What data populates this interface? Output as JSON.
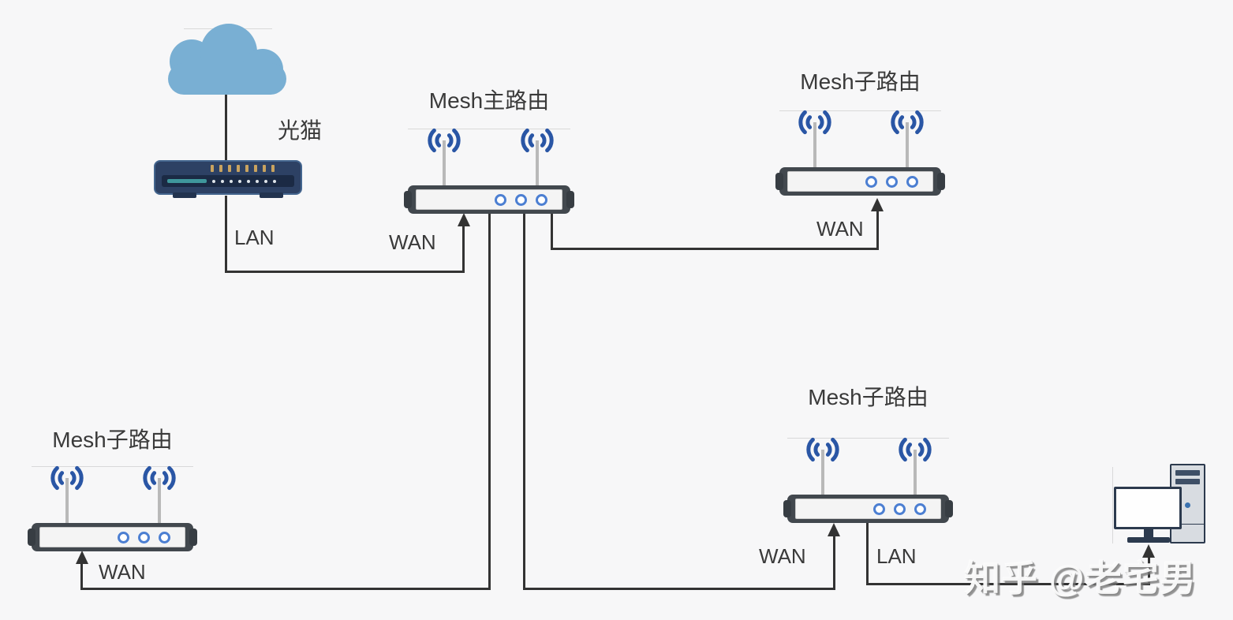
{
  "diagram_type": "mesh-network-topology",
  "colors": {
    "background": "#f7f7f8",
    "connector_line": "#333333",
    "wifi_signal": "#2a56a5",
    "cloud": "#79afd3",
    "router_body": "#42484e",
    "indicator_ring": "#4c7fd2",
    "modem_body": "#2d4164",
    "modem_ticks": "#c9a35f",
    "label_text": "#3a3a3a"
  },
  "nodes": {
    "cloud": {
      "icon": "cloud-icon"
    },
    "modem": {
      "label": "光猫",
      "icon": "modem-icon"
    },
    "main_router": {
      "label": "Mesh主路由",
      "icon": "wireless-router-icon"
    },
    "sub_router_top_right": {
      "label": "Mesh子路由",
      "icon": "wireless-router-icon"
    },
    "sub_router_bottom_left": {
      "label": "Mesh子路由",
      "icon": "wireless-router-icon"
    },
    "sub_router_bottom_right": {
      "label": "Mesh子路由",
      "icon": "wireless-router-icon"
    },
    "computer": {
      "icon": "desktop-computer-icon"
    }
  },
  "ports": {
    "modem_lan": "LAN",
    "main_router_wan": "WAN",
    "sub_top_right_wan": "WAN",
    "sub_bottom_left_wan": "WAN",
    "sub_bottom_right_wan": "WAN",
    "sub_bottom_right_lan": "LAN"
  },
  "connections": [
    "cloud → modem",
    "modem LAN → main router WAN",
    "main router → top-right sub router WAN",
    "main router → bottom-left sub router WAN",
    "main router → bottom-right sub router WAN",
    "bottom-right sub router LAN → computer"
  ],
  "watermark": {
    "text": "知乎 @老宅男"
  }
}
